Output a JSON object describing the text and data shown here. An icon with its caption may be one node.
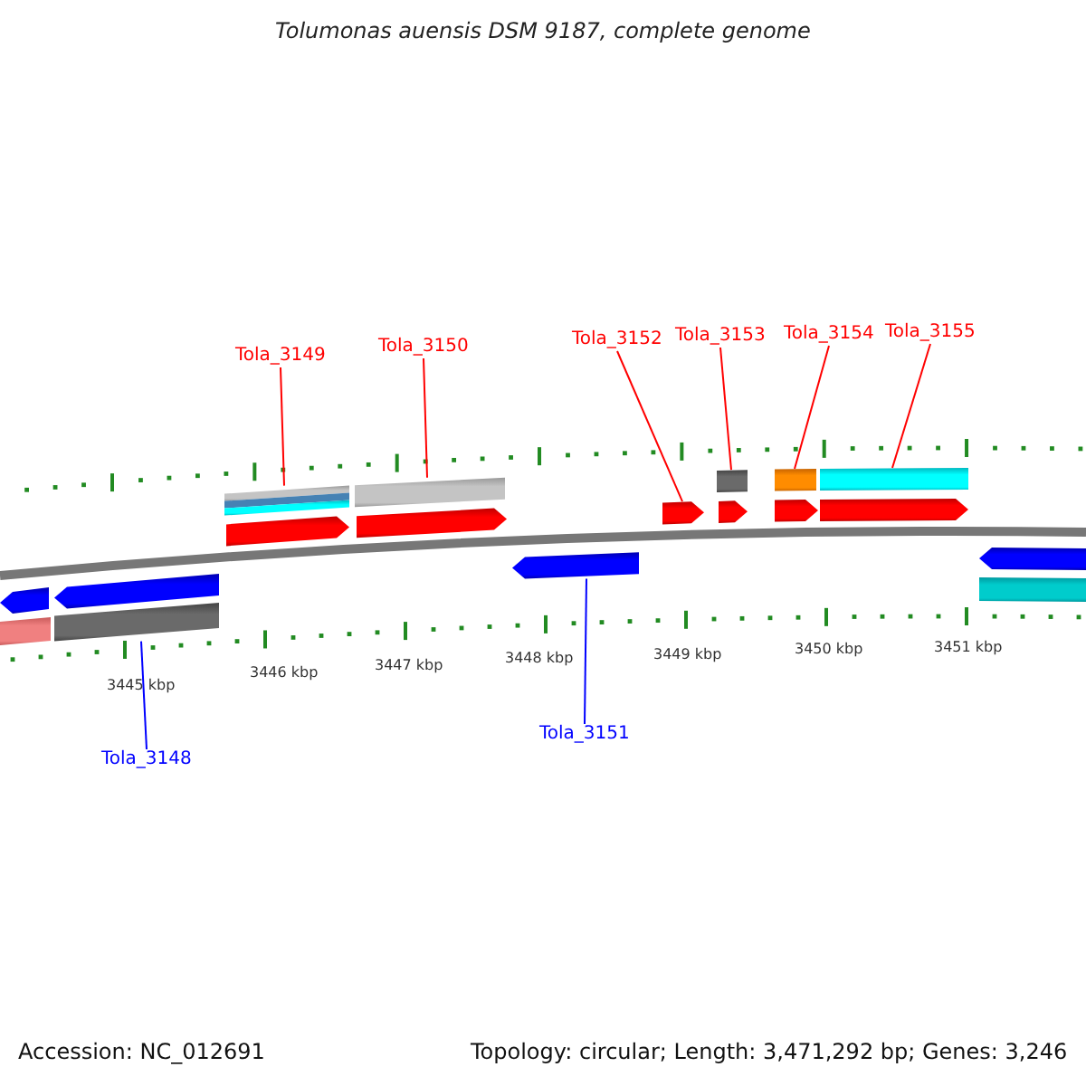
{
  "diagram": {
    "title": "Tolumonas auensis DSM 9187, complete genome",
    "nodes": [
      {
        "text": [
          "Tola_3149"
        ]
      },
      {
        "text": [
          "Tola_3150"
        ]
      },
      {
        "text": [
          "Tola_3152"
        ]
      },
      {
        "text": [
          "Tola_3153"
        ]
      },
      {
        "text": [
          "Tola_3154"
        ]
      },
      {
        "text": [
          "Tola_3155"
        ]
      },
      {
        "text": [
          "Tola_3151"
        ]
      },
      {
        "text": [
          "Tola_3148"
        ]
      },
      {
        "text": [],
        "shape": "arrow"
      },
      {
        "text": [],
        "shape": "arrow"
      },
      {
        "text": [],
        "shape": "arrow"
      },
      {
        "text": [],
        "shape": "arrow"
      },
      {
        "text": [],
        "shape": "arrow"
      },
      {
        "text": [],
        "shape": "arrow"
      },
      {
        "text": [],
        "shape": "arrow"
      },
      {
        "text": [],
        "shape": "arrow"
      },
      {
        "text": [],
        "shape": "arrow"
      },
      {
        "text": [],
        "shape": "arrow"
      }
    ],
    "edges": [
      {
        "from": 0,
        "to": 10,
        "arrow": "none"
      },
      {
        "from": 1,
        "to": 11,
        "arrow": "none"
      },
      {
        "from": 2,
        "to": 13,
        "arrow": "none"
      },
      {
        "from": 3,
        "to": 14,
        "arrow": "none"
      },
      {
        "from": 4,
        "to": 15,
        "arrow": "none"
      },
      {
        "from": 5,
        "to": 16,
        "arrow": "none"
      },
      {
        "from": 6,
        "to": 12,
        "arrow": "none",
        "color": "#0000ff"
      },
      {
        "from": 7,
        "to": 9,
        "arrow": "none",
        "color": "#0000ff"
      }
    ],
    "labels": [
      "3445 kbp",
      "3446 kbp",
      "3447 kbp",
      "3448 kbp",
      "3449 kbp",
      "3450 kbp",
      "3451 kbp",
      "Accession: NC_012691",
      "Topology: circular; Length: 3,471,292 bp; Genes: 3,246"
    ]
  }
}
